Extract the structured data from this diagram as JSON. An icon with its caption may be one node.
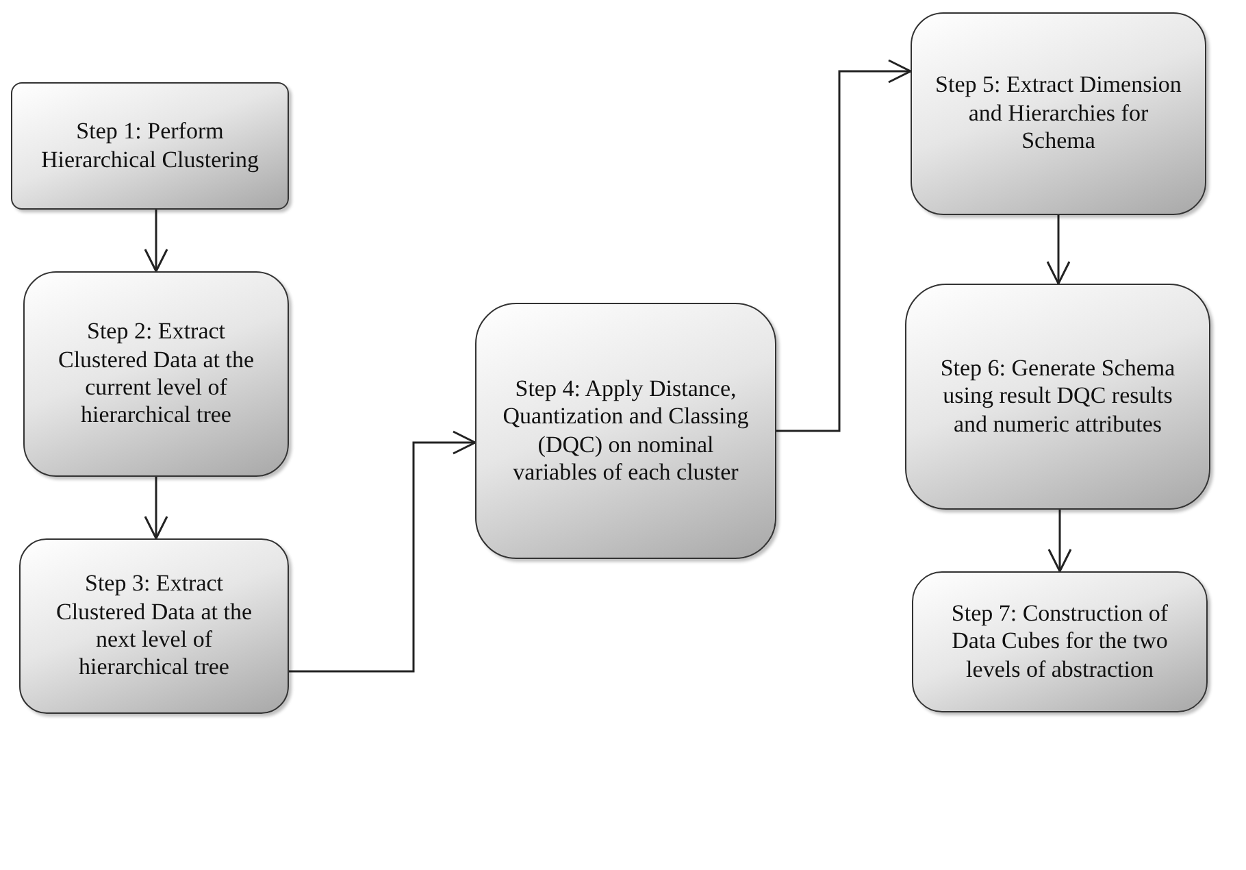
{
  "diagram": {
    "nodes": [
      {
        "text": [
          "Step 1: Perform Hierarchical Clustering"
        ]
      },
      {
        "text": [
          "Step 2: Extract Clustered Data at the current level of hierarchical tree"
        ]
      },
      {
        "text": [
          "Step 3: Extract Clustered Data at the next level of hierarchical tree"
        ]
      },
      {
        "text": [
          "Step 4: Apply Distance, Quantization and Classing (DQC) on nominal variables of each cluster"
        ]
      },
      {
        "text": [
          "Step 5: Extract Dimension and Hierarchies for Schema"
        ]
      },
      {
        "text": [
          "Step 6: Generate Schema using result DQC results and numeric attributes"
        ]
      },
      {
        "text": [
          "Step 7: Construction of Data Cubes for the two levels of abstraction"
        ]
      }
    ],
    "edges": [
      {
        "from": 0,
        "to": 1,
        "arrow": "to"
      },
      {
        "from": 1,
        "to": 2,
        "arrow": "to"
      },
      {
        "from": 2,
        "to": 3,
        "arrow": "to"
      },
      {
        "from": 3,
        "to": 4,
        "arrow": "to"
      },
      {
        "from": 4,
        "to": 5,
        "arrow": "to"
      },
      {
        "from": 5,
        "to": 6,
        "arrow": "to"
      }
    ]
  }
}
